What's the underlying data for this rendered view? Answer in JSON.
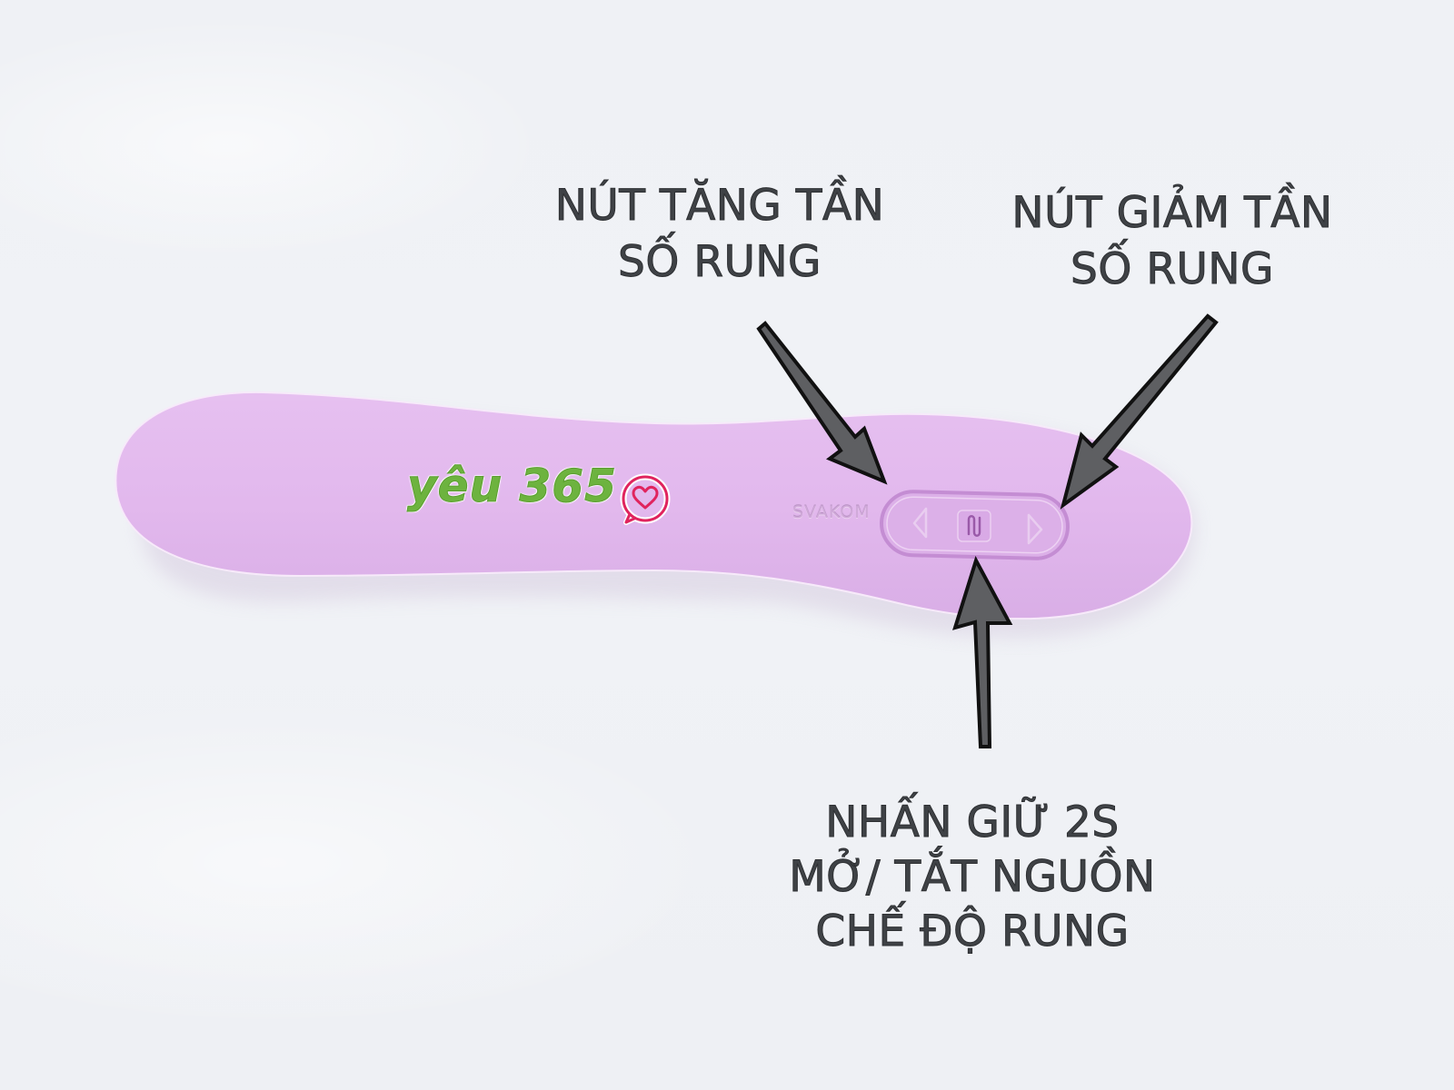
{
  "annotations": {
    "increase_button": {
      "lines": [
        "NÚT TĂNG TẦN",
        "SỐ RUNG"
      ]
    },
    "decrease_button": {
      "lines": [
        "NÚT GIẢM TẦN",
        "SỐ RUNG"
      ]
    },
    "power_button": {
      "lines": [
        "NHẤN GIỮ 2S",
        "MỞ/ TẮT NGUỒN",
        "CHẾ ĐỘ RUNG"
      ]
    }
  },
  "product": {
    "watermark_logo": "yêu 365",
    "watermark_icon": "heart-chat-bubble-icon",
    "brand": "SVAKOM",
    "control_panel": {
      "left_button_icon": "triangle-left-icon",
      "center_button_icon": "svakom-s-logo-icon",
      "right_button_icon": "triangle-right-icon"
    }
  },
  "colors": {
    "background": "#eff1f5",
    "device_body": "#e2b8ed",
    "device_shadow": "#d2a5df",
    "label_text": "#3f4246",
    "arrow_fill": "#5e5f62",
    "arrow_outline": "#111111",
    "logo_green": "#6db33f",
    "logo_pink": "#e0245e"
  }
}
